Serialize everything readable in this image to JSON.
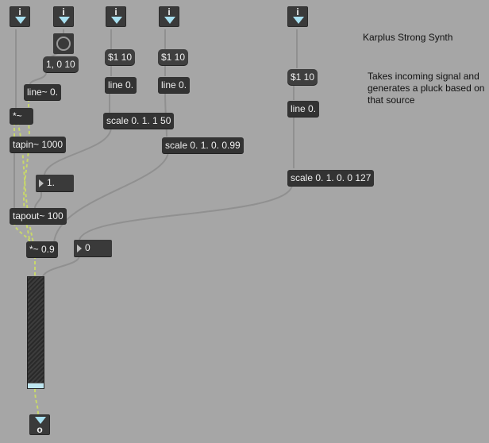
{
  "title": "Karplus Strong Synth",
  "description": "Takes incoming signal and generates a pluck based on that source",
  "inlet_glyph": "i",
  "outlet_glyph": "o",
  "colors": {
    "canvas": "#a6a6a6",
    "object": "#333333",
    "audio_cord": "#c8d86a",
    "control_cord": "#909090",
    "inlet_arrow": "#a8e0f0"
  },
  "objects": {
    "line_tilde": "line~ 0.",
    "mul_tilde": "*~",
    "tapin": "tapin~ 1000",
    "tapout": "tapout~ 100",
    "mul_feedback": "*~ 0.9",
    "line_a": "line 0.",
    "line_b": "line 0.",
    "line_c": "line 0.",
    "scale_a": "scale 0. 1. 1 50",
    "scale_b": "scale 0. 1. 0. 0.99",
    "scale_c": "scale 0. 1. 0. 0 127"
  },
  "messages": {
    "ramp": "1, 0 10",
    "msg_a": "$1 10",
    "msg_b": "$1 10",
    "msg_c": "$1 10"
  },
  "numbers": {
    "delay": "1.",
    "gain": "0"
  },
  "meter": {
    "level_fraction": 0.04
  }
}
